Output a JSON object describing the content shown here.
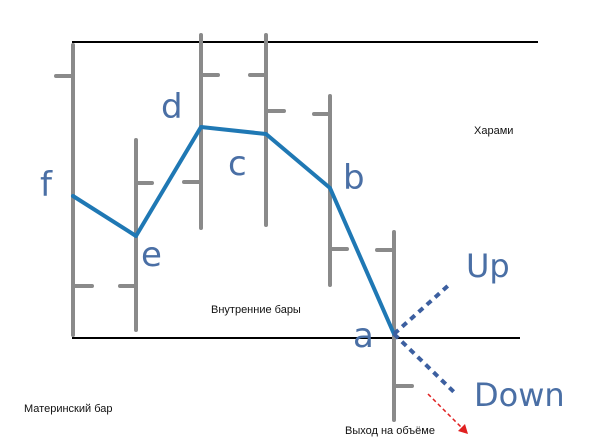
{
  "colors": {
    "bar": "#8a8a8a",
    "frame": "#000000",
    "path": "#1f78b4",
    "scenario": "#3c5fa0",
    "exit": "#e02020",
    "label": "#4a6fa5"
  },
  "points": {
    "f": "f",
    "e": "e",
    "d": "d",
    "c": "c",
    "b": "b",
    "a": "a"
  },
  "scenarios": {
    "up": "Up",
    "down": "Down"
  },
  "notes": {
    "harami": "Харами",
    "inside_bars": "Внутренние бары",
    "mother_bar": "Материнский бар",
    "volume_exit": "Выход на объёме"
  }
}
